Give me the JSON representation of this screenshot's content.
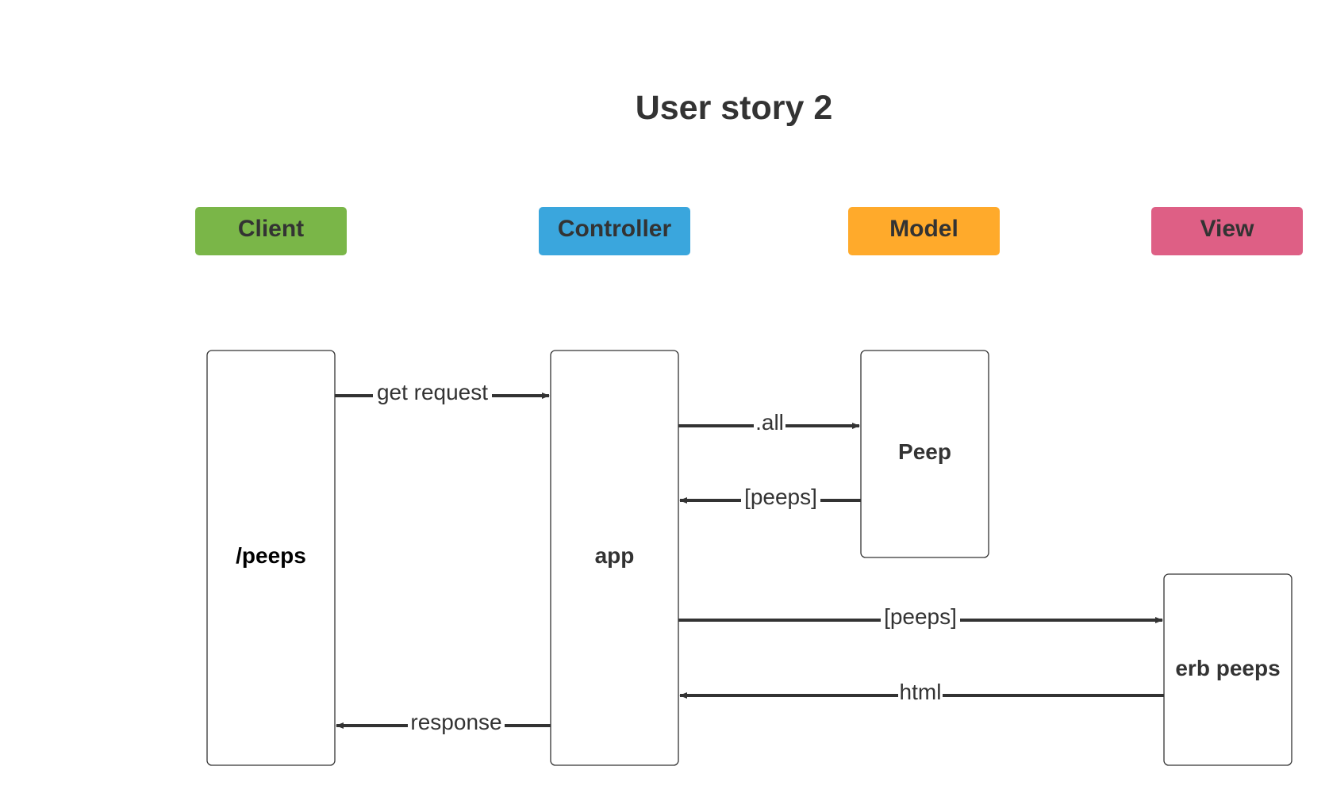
{
  "title": "User story 2",
  "headers": [
    {
      "label": "Client",
      "color": "#7ab648"
    },
    {
      "label": "Controller",
      "color": "#3aa6dd"
    },
    {
      "label": "Model",
      "color": "#ffaa2b"
    },
    {
      "label": "View",
      "color": "#de5f85"
    }
  ],
  "boxes": {
    "client": "/peeps",
    "controller": "app",
    "model": "Peep",
    "view": "erb peeps"
  },
  "messages": {
    "get_request": "get request",
    "all": ".all",
    "peeps_return": "[peeps]",
    "peeps_to_view": "[peeps]",
    "html": "html",
    "response": "response"
  }
}
